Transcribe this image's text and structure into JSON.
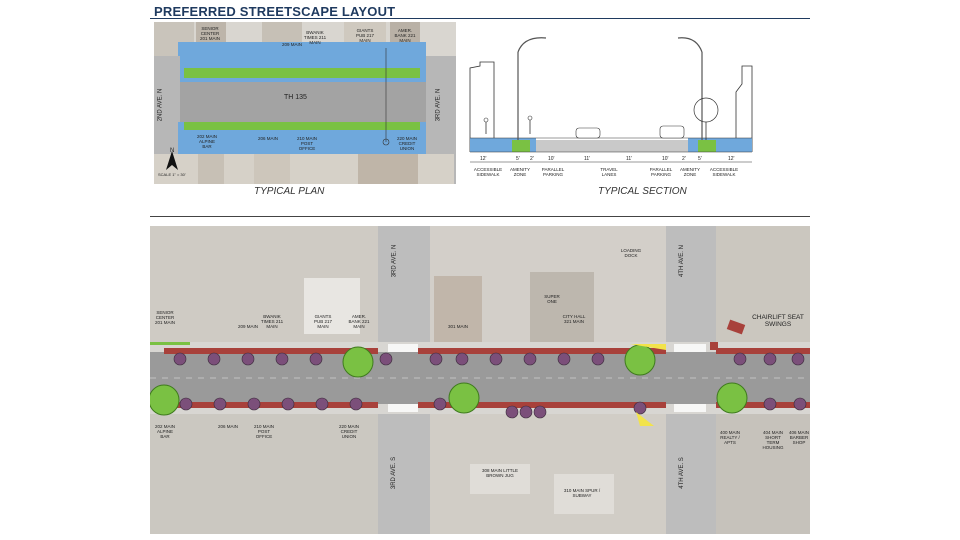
{
  "title": "PREFERRED STREETSCAPE LAYOUT",
  "plan": {
    "caption": "TYPICAL PLAN",
    "street_label": "TH 135",
    "left_street": "2ND AVE. N",
    "right_street": "3RD AVE. N",
    "scale": "SCALE 1\" = 30'",
    "north": "N",
    "buildings_top": [
      {
        "text": "SENIOR CENTER 201 MAIN"
      },
      {
        "text": "209 MAIN"
      },
      {
        "text": "BWANIK TIMES 211 MAIN"
      },
      {
        "text": "GIANTS PUB 217 MAIN"
      },
      {
        "text": "AMER. BANK 221 MAIN"
      }
    ],
    "buildings_bottom": [
      {
        "text": "202 MAIN ALPINE BAR"
      },
      {
        "text": "206 MAIN"
      },
      {
        "text": "210 MAIN POST OFFICE"
      },
      {
        "text": "220 MAIN CREDIT UNION"
      }
    ]
  },
  "section": {
    "caption": "TYPICAL SECTION",
    "dims": [
      "12'",
      "5'",
      "2'",
      "10'",
      "11'",
      "11'",
      "10'",
      "2'",
      "5'",
      "12'"
    ],
    "zones": [
      "ACCESSIBLE SIDEWALK",
      "AMENITY ZONE",
      "PARALLEL PARKING",
      "TRAVEL LANES",
      "PARALLEL PARKING",
      "AMENITY ZONE",
      "ACCESSIBLE SIDEWALK"
    ]
  },
  "overview": {
    "streets": {
      "third_n": "3RD AVE. N",
      "third_s": "3RD AVE. S",
      "fourth_n": "4TH AVE. N",
      "fourth_s": "4TH AVE. S"
    },
    "chairlift": "CHAIRLIFT SEAT SWINGS",
    "buildings_top": [
      {
        "text": "SENIOR CENTER 201 MAIN"
      },
      {
        "text": "209 MAIN"
      },
      {
        "text": "BWANIK TIMES 211 MAIN"
      },
      {
        "text": "GIANTS PUB 217 MAIN"
      },
      {
        "text": "AMER. BANK 221 MAIN"
      },
      {
        "text": "301 MAIN"
      },
      {
        "text": "SUPER ONE"
      },
      {
        "text": "CITY HALL 321 MAIN"
      },
      {
        "text": "LOADING DOCK"
      }
    ],
    "buildings_bottom": [
      {
        "text": "202 MAIN ALPINE BAR"
      },
      {
        "text": "206 MAIN"
      },
      {
        "text": "210 MAIN POST OFFICE"
      },
      {
        "text": "220 MAIN CREDIT UNION"
      },
      {
        "text": "308 MAIN LITTLE BROWN JUG"
      },
      {
        "text": "310 MAIN SPUR / SUBWAY"
      },
      {
        "text": "400 MAIN REALTY / APTS"
      },
      {
        "text": "404 MAIN SHORT TERM HOUSING"
      },
      {
        "text": "406 MAIN BARBER SHOP"
      }
    ]
  },
  "colors": {
    "navy": "#1f3a5f",
    "sidewalk": "#6fa8dc",
    "amenity": "#7ac143",
    "brick": "#a8413b",
    "road": "#9a9a9a"
  }
}
